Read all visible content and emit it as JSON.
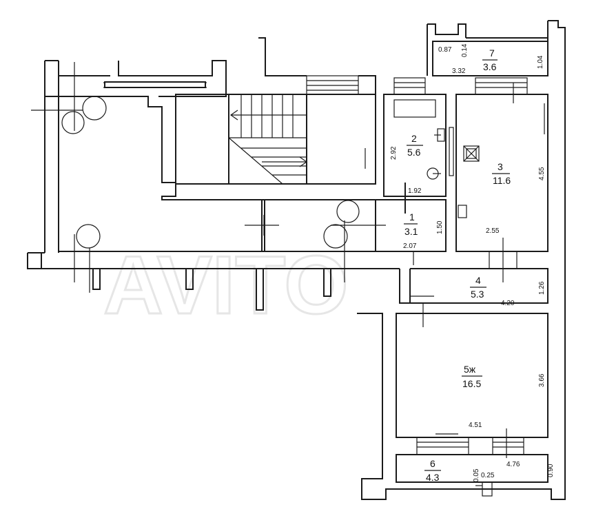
{
  "watermark": "AVITO",
  "rooms": [
    {
      "number": "1",
      "area": "3.1"
    },
    {
      "number": "2",
      "area": "5.6"
    },
    {
      "number": "3",
      "area": "11.6"
    },
    {
      "number": "4",
      "area": "5.3"
    },
    {
      "number": "5ж",
      "area": "16.5"
    },
    {
      "number": "6",
      "area": "4.3"
    },
    {
      "number": "7",
      "area": "3.6"
    }
  ],
  "dimensions": {
    "room7_depth": "0.87",
    "room7_small": "0.14",
    "room7_width": "3.32",
    "room7_height": "1.04",
    "room2_height": "2.92",
    "room2_width": "1.92",
    "room3_height": "4.55",
    "room3_width": "2.55",
    "room1_height": "1.50",
    "room1_width": "2.07",
    "room4_height": "1.26",
    "room4_width": "4.20",
    "room5_height": "3.66",
    "room5_width": "4.51",
    "room6_width": "4.76",
    "room6_height": "0.90",
    "room6_small_a": "0.05",
    "room6_small_b": "0.25"
  }
}
